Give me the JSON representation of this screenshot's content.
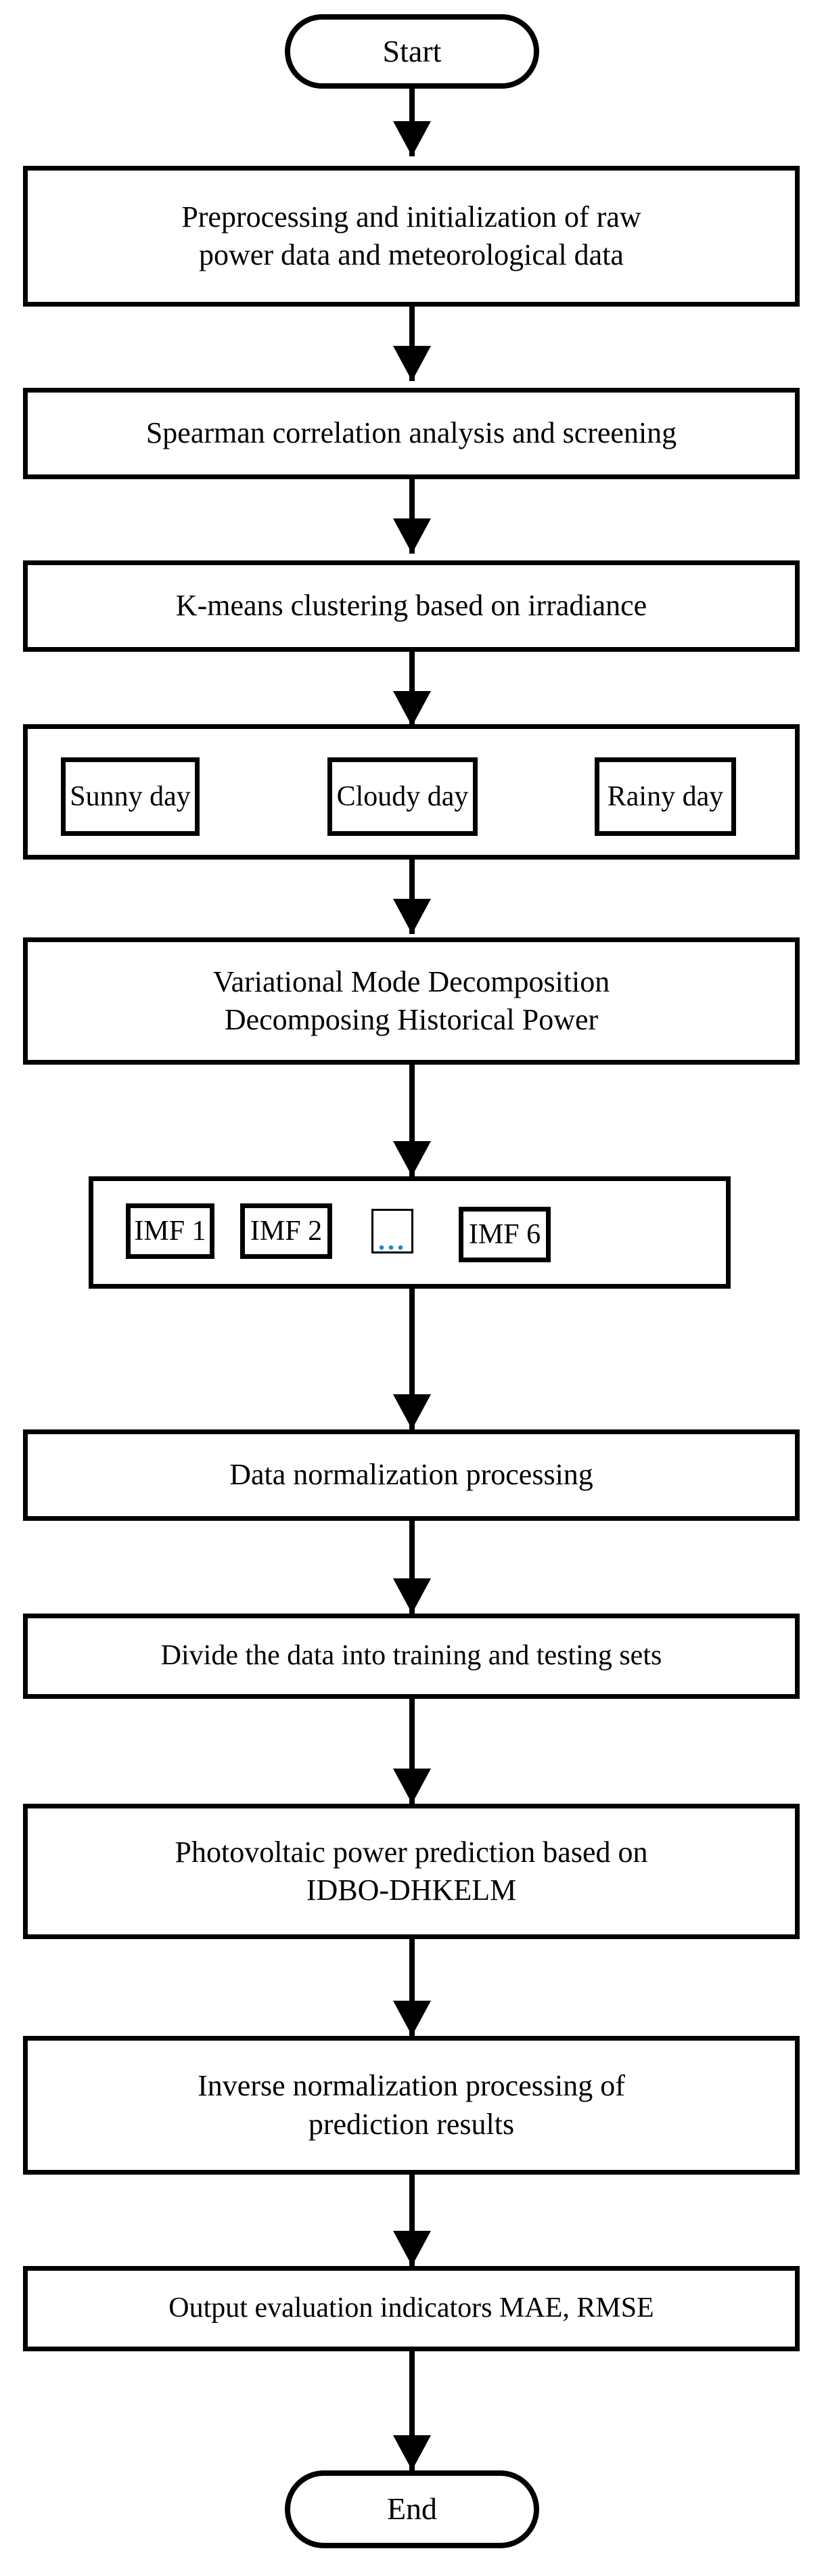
{
  "diagram": {
    "title": "Photovoltaic power prediction methodology flowchart",
    "accent_color": "#1b87c9",
    "line_color": "#000000",
    "background_color": "#ffffff"
  },
  "nodes": {
    "start": {
      "label": "Start",
      "shape": "terminal"
    },
    "preprocessing": {
      "label": "Preprocessing and initialization of raw\npower data and meteorological data",
      "shape": "process"
    },
    "spearman": {
      "label": "Spearman correlation analysis and screening",
      "shape": "process"
    },
    "kmeans": {
      "label": "K-means clustering based on irradiance",
      "shape": "process"
    },
    "weather_group": {
      "label": "",
      "shape": "group"
    },
    "vmd": {
      "label": "Variational Mode Decomposition\nDecomposing Historical Power",
      "shape": "process"
    },
    "imf_group": {
      "label": "",
      "shape": "group"
    },
    "normalization": {
      "label": "Data normalization processing",
      "shape": "process"
    },
    "split": {
      "label": "Divide the data into training and testing sets",
      "shape": "process"
    },
    "prediction": {
      "label": "Photovoltaic power prediction based on\nIDBO-DHKELM",
      "shape": "process"
    },
    "inverse": {
      "label": "Inverse normalization processing of\nprediction results",
      "shape": "process"
    },
    "output": {
      "label": "Output evaluation indicators MAE, RMSE",
      "shape": "process"
    },
    "end": {
      "label": "End",
      "shape": "terminal"
    }
  },
  "weather_types": [
    {
      "label": "Sunny day"
    },
    {
      "label": "Cloudy day"
    },
    {
      "label": "Rainy day"
    }
  ],
  "imf_components": [
    {
      "label": "IMF 1",
      "kind": "component"
    },
    {
      "label": "IMF 2",
      "kind": "component"
    },
    {
      "label": "...",
      "kind": "ellipsis"
    },
    {
      "label": "IMF 6",
      "kind": "component"
    }
  ],
  "flow_order": [
    "start",
    "preprocessing",
    "spearman",
    "kmeans",
    "weather_group",
    "vmd",
    "imf_group",
    "normalization",
    "split",
    "prediction",
    "inverse",
    "output",
    "end"
  ]
}
